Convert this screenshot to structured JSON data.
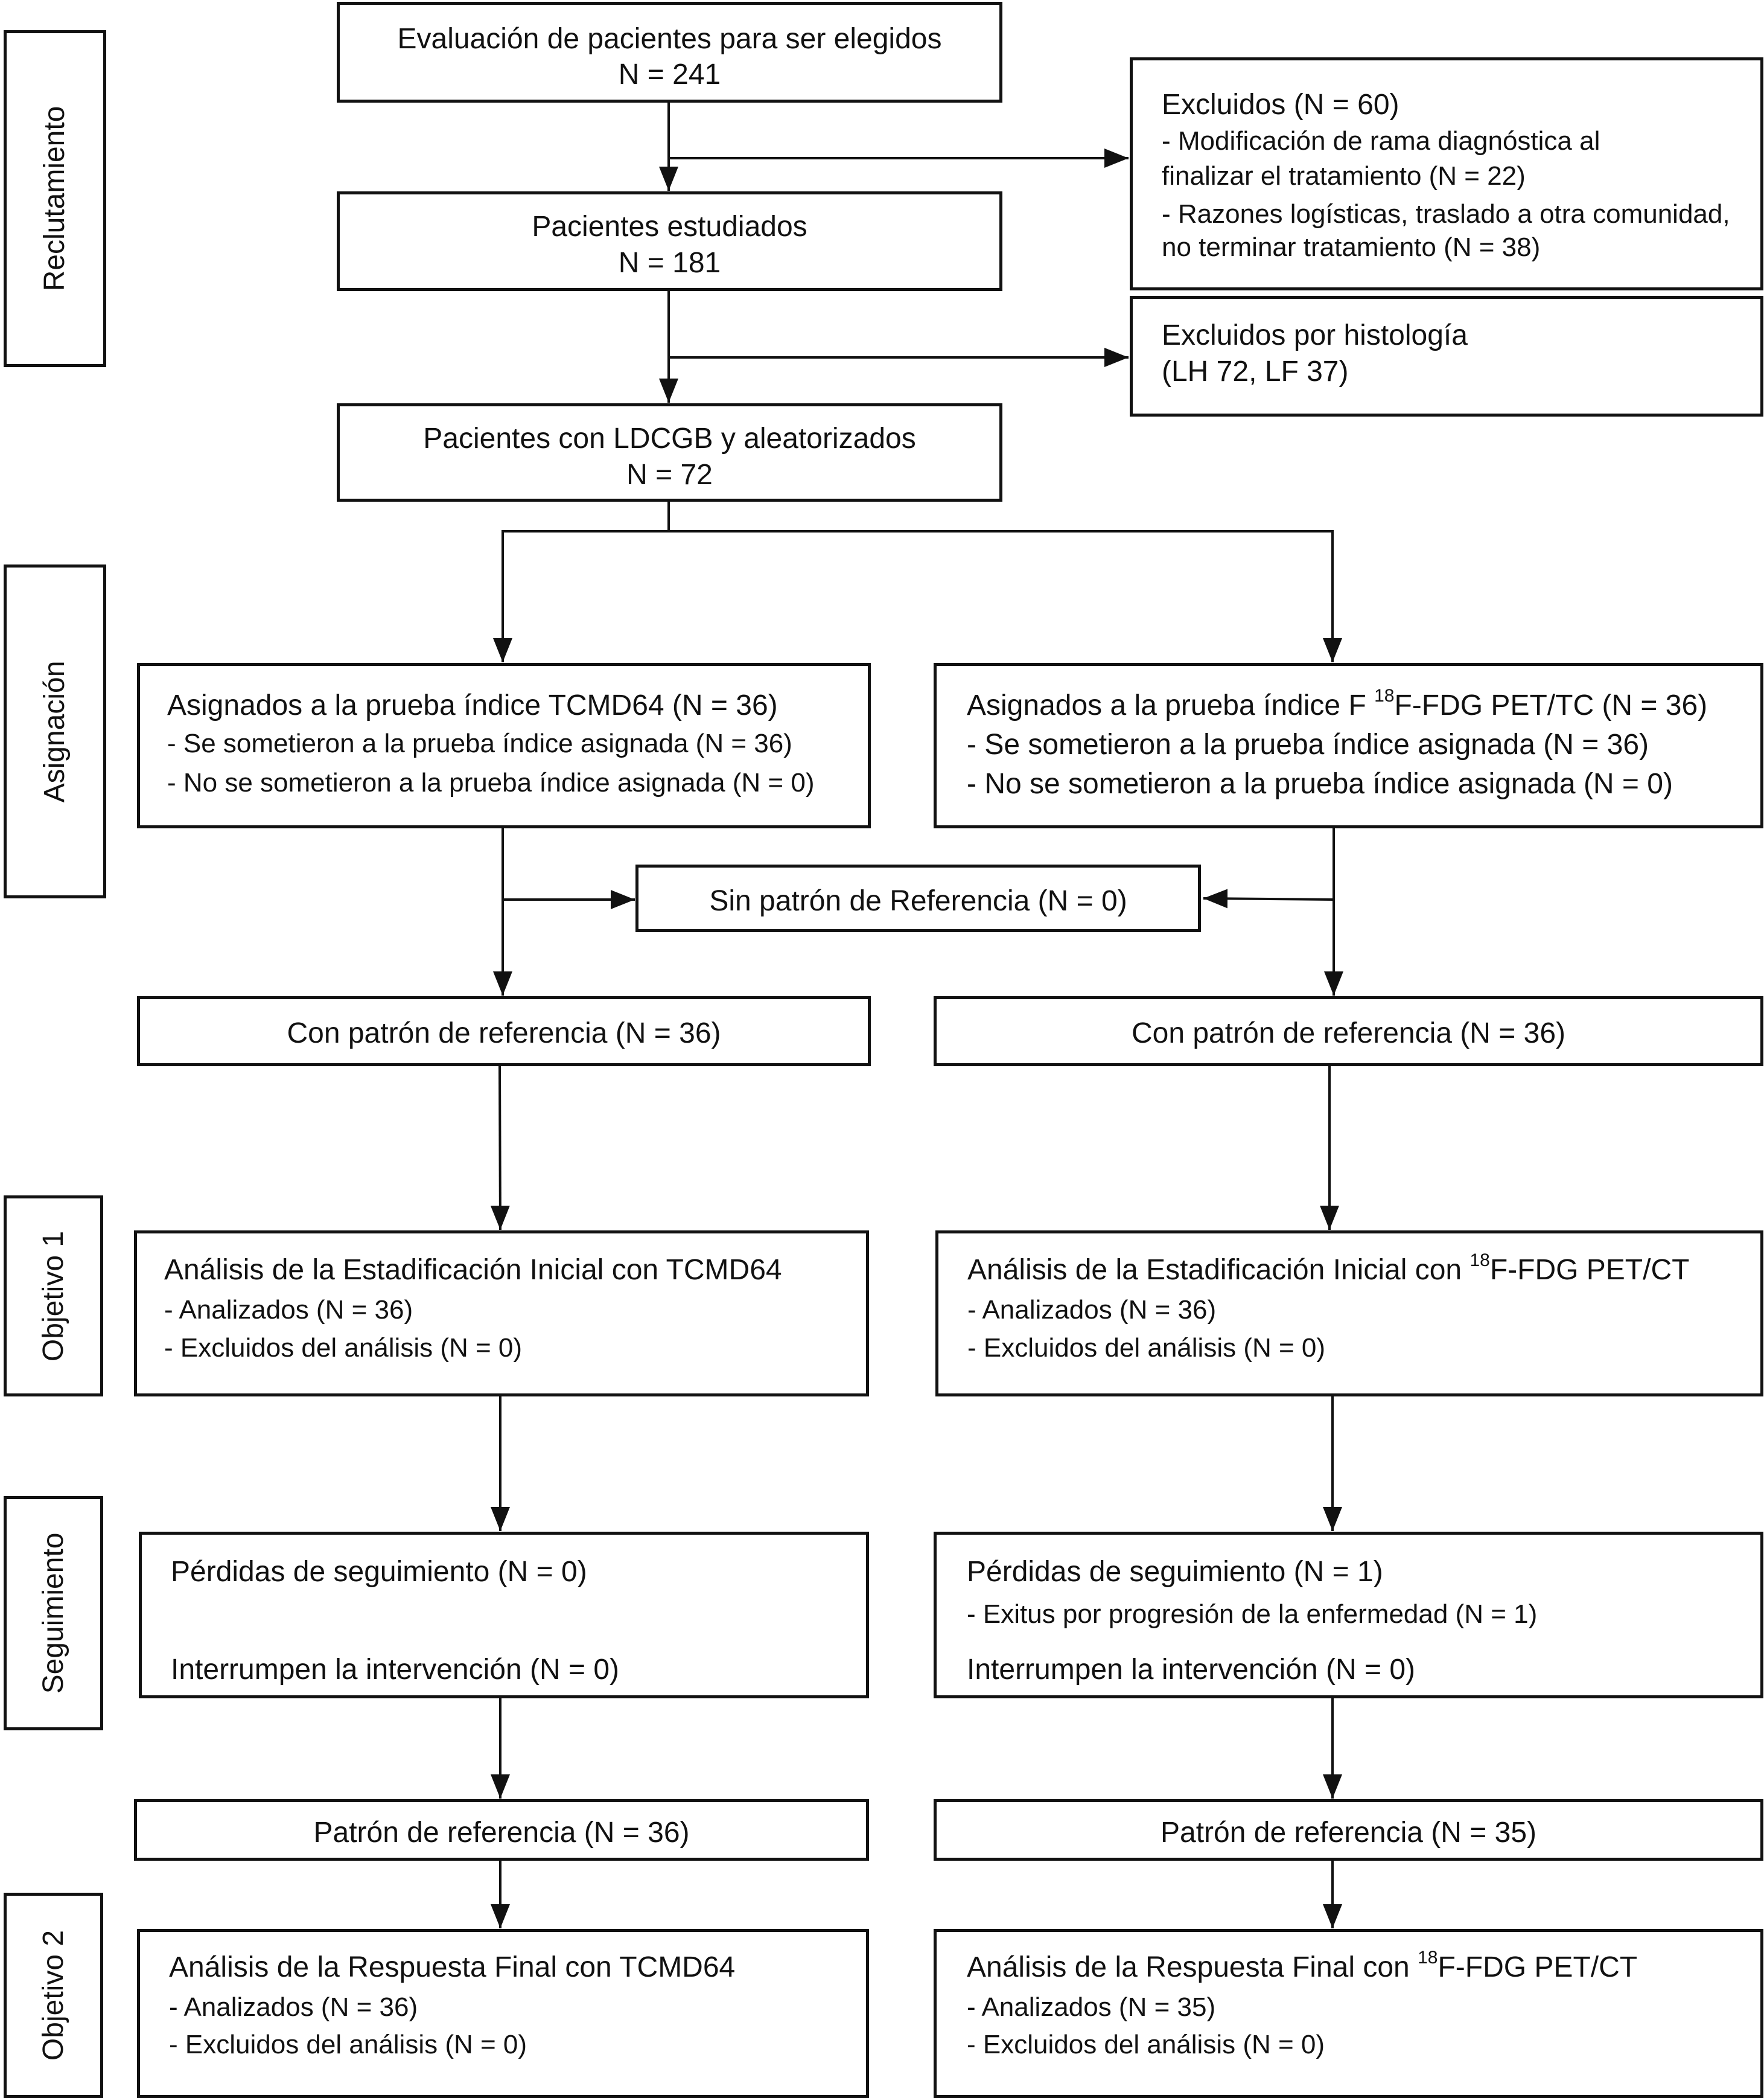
{
  "side_labels": {
    "reclutamiento": "Reclutamiento",
    "asignacion": "Asignación",
    "objetivo1": "Objetivo 1",
    "seguimiento": "Seguimiento",
    "objetivo2": "Objetivo 2"
  },
  "evaluacion": {
    "title": "Evaluación de pacientes para ser elegidos",
    "n": "N = 241"
  },
  "excluidos": {
    "title": "Excluidos (N = 60)",
    "item1a": "- Modificación de rama diagnóstica al",
    "item1b": "finalizar el tratamiento (N = 22)",
    "item2a": "- Razones logísticas, traslado a otra comunidad,",
    "item2b": "no terminar tratamiento (N = 38)"
  },
  "estudiados": {
    "title": "Pacientes estudiados",
    "n": "N = 181"
  },
  "histologia": {
    "title": "Excluidos por histología",
    "detail": "(LH 72, LF 37)"
  },
  "ldcgb": {
    "title": "Pacientes con LDCGB y aleatorizados",
    "n": "N = 72"
  },
  "asig_left": {
    "title": "Asignados a la prueba índice TCMD64 (N = 36)",
    "item1": "- Se sometieron a la prueba índice asignada (N = 36)",
    "item2": "- No se sometieron a la prueba índice asignada (N = 0)"
  },
  "asig_right": {
    "title_pre": "Asignados a la prueba índice F ",
    "title_sup": "18",
    "title_post": "F-FDG PET/TC (N = 36)",
    "item1": "- Se sometieron a la prueba índice asignada (N = 36)",
    "item2": "- No se sometieron a la prueba índice asignada (N = 0)"
  },
  "sin_patron": "Sin patrón de Referencia (N = 0)",
  "con_patron_left": "Con patrón de referencia (N = 36)",
  "con_patron_right": "Con patrón de referencia (N = 36)",
  "obj1_left": {
    "title": "Análisis de la Estadificación Inicial con TCMD64",
    "item1": "- Analizados  (N = 36)",
    "item2": "- Excluidos del análisis  (N = 0)"
  },
  "obj1_right": {
    "title_pre": "Análisis de la Estadificación Inicial con ",
    "title_sup": "18",
    "title_post": "F-FDG PET/CT",
    "item1": "- Analizados  (N = 36)",
    "item2": "- Excluidos del análisis  (N = 0)"
  },
  "seg_left": {
    "title": "Pérdidas de seguimiento (N = 0)",
    "interrupt": "Interrumpen la intervención (N = 0)"
  },
  "seg_right": {
    "title": "Pérdidas de seguimiento (N = 1)",
    "item1": "- Exitus por progresión de la enfermedad  (N = 1)",
    "interrupt": "Interrumpen la intervención (N = 0)"
  },
  "patron_left": "Patrón de referencia (N = 36)",
  "patron_right": "Patrón de referencia (N = 35)",
  "obj2_left": {
    "title": "Análisis de la Respuesta Final con TCMD64",
    "item1": "- Analizados (N = 36)",
    "item2": "- Excluidos del análisis (N = 0)"
  },
  "obj2_right": {
    "title_pre": "Análisis de la Respuesta Final con ",
    "title_sup": "18",
    "title_post": "F-FDG PET/CT",
    "item1": "- Analizados (N = 35)",
    "item2": "- Excluidos del análisis (N = 0)"
  }
}
